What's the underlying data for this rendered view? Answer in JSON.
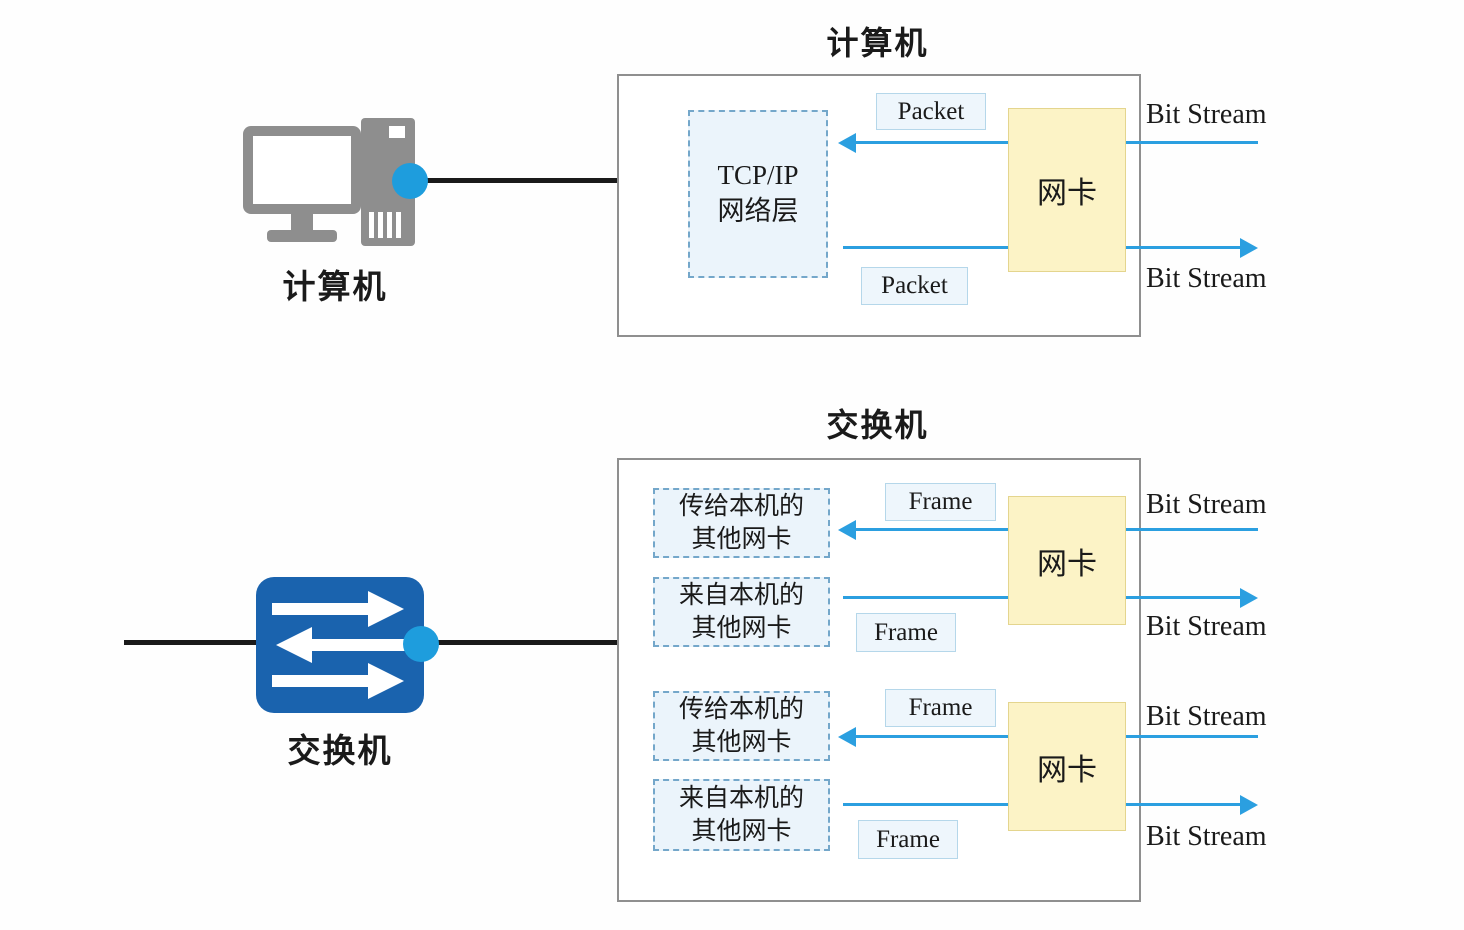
{
  "palette": {
    "flow_arrow": "#2b9fe0",
    "nic_fill": "#fcf3c6",
    "dashed_fill": "#ebf4fb",
    "dashed_border": "#74a7ca",
    "tag_fill": "#eef6fc",
    "box_border": "#8f8f8f",
    "device_gray": "#8e8e8e",
    "switch_blue": "#1a63ae",
    "port_dot": "#1e9ddd",
    "cable_black": "#1a1a1a"
  },
  "computer": {
    "title": "计算机",
    "device_label": "计算机",
    "tcpip_line1": "TCP/IP",
    "tcpip_line2": "网络层",
    "nic": "网卡",
    "packet_in": "Packet",
    "packet_out": "Packet",
    "bitstream_in": "Bit Stream",
    "bitstream_out": "Bit Stream"
  },
  "switch": {
    "title": "交换机",
    "device_label": "交换机",
    "groups": [
      {
        "to_line1": "传给本机的",
        "to_line2": "其他网卡",
        "from_line1": "来自本机的",
        "from_line2": "其他网卡",
        "frame_in": "Frame",
        "frame_out": "Frame",
        "nic": "网卡",
        "bitstream_in": "Bit Stream",
        "bitstream_out": "Bit Stream"
      },
      {
        "to_line1": "传给本机的",
        "to_line2": "其他网卡",
        "from_line1": "来自本机的",
        "from_line2": "其他网卡",
        "frame_in": "Frame",
        "frame_out": "Frame",
        "nic": "网卡",
        "bitstream_in": "Bit Stream",
        "bitstream_out": "Bit Stream"
      }
    ]
  }
}
